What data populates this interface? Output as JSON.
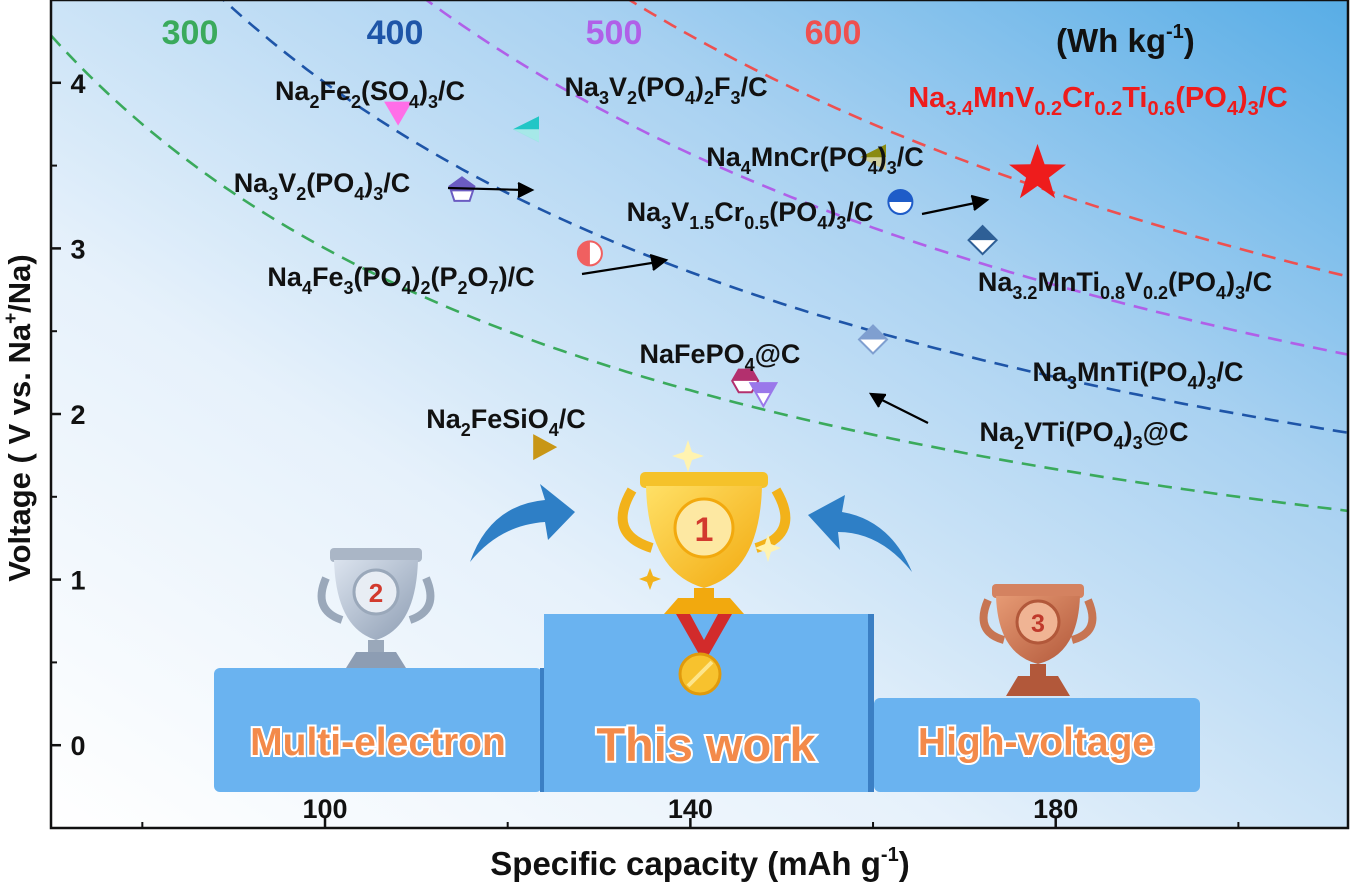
{
  "chart_data": {
    "type": "scatter",
    "xlabel": "Specific capacity (mAh g",
    "xlabel_sup": "-1",
    "xlabel_end": ")",
    "ylabel": "Voltage ( V vs. Na",
    "ylabel_sup": "+",
    "ylabel_end": "/Na)",
    "xlim": [
      70,
      212
    ],
    "ylim": [
      -0.5,
      4.5
    ],
    "xticks": [
      100,
      140,
      180
    ],
    "yticks": [
      0,
      1,
      2,
      3,
      4
    ],
    "energy_unit": "(Wh kg",
    "energy_unit_sup": "-1",
    "energy_unit_end": ")",
    "energy_lines": [
      {
        "name": "300",
        "value": 300,
        "color": "#3aaa5c"
      },
      {
        "name": "400",
        "value": 400,
        "color": "#1e55a8"
      },
      {
        "name": "500",
        "value": 500,
        "color": "#b060e8"
      },
      {
        "name": "600",
        "value": 600,
        "color": "#ee5050"
      }
    ],
    "points": [
      {
        "label": "Na2Fe2(SO4)3/C",
        "x": 108,
        "y": 3.82,
        "marker": "tri-down",
        "color": "#ff6ee8"
      },
      {
        "label": "Na3V2(PO4)2F3/C",
        "x": 122,
        "y": 3.72,
        "marker": "tri-left",
        "color": "#22c6c6"
      },
      {
        "label": "Na4MnCr(PO4)3/C",
        "x": 160,
        "y": 3.55,
        "marker": "tri-left",
        "color": "#8a8a10"
      },
      {
        "label": "Na3V2(PO4)3/C",
        "x": 115,
        "y": 3.35,
        "marker": "pentagon",
        "color": "#6b5cc2"
      },
      {
        "label": "Na3V1.5Cr0.5(PO4)3/C",
        "x": 163,
        "y": 3.28,
        "marker": "circle-half",
        "color": "#1e5cc8"
      },
      {
        "label": "Na3.2MnTi0.8V0.2(PO4)3/C",
        "x": 172,
        "y": 3.05,
        "marker": "diamond-half",
        "color": "#2e5f96"
      },
      {
        "label": "Na4Fe3(PO4)2(P2O7)/C",
        "x": 129,
        "y": 2.97,
        "marker": "circle-vhalf",
        "color": "#f06060"
      },
      {
        "label": "Na3MnTi(PO4)3/C",
        "x": 160,
        "y": 2.45,
        "marker": "diamond-half",
        "color": "#7f9fd0"
      },
      {
        "label": "NaFePO4@C",
        "x": 146,
        "y": 2.2,
        "marker": "hexagon-half",
        "color": "#b3306e"
      },
      {
        "label": "Na2VTi(PO4)3@C",
        "x": 148,
        "y": 2.12,
        "marker": "tri-down-half",
        "color": "#9a78ea"
      },
      {
        "label": "Na2FeSiO4/C",
        "x": 124,
        "y": 1.8,
        "marker": "tri-right",
        "color": "#c89616"
      },
      {
        "label": "Na3.4MnV0.2Cr0.2Ti0.6(PO4)3/C",
        "x": 178,
        "y": 3.45,
        "marker": "star",
        "color": "#ee1c1c"
      }
    ]
  },
  "podium": {
    "first_label": "This work",
    "second_label": "Multi-electron",
    "third_label": "High-voltage",
    "rank_1": "1",
    "rank_2": "2",
    "rank_3": "3"
  }
}
